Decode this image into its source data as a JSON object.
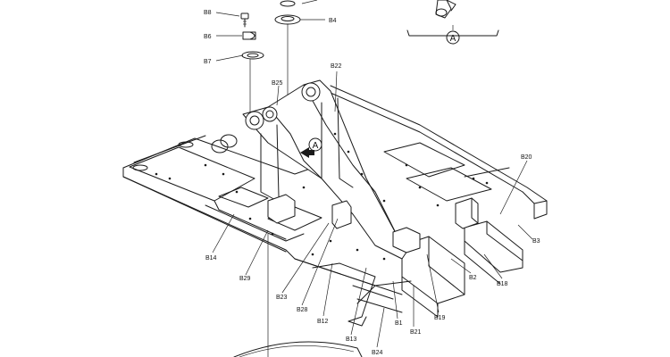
{
  "diagram": {
    "detail_marker": "A",
    "callouts": {
      "b8": "B8",
      "b6": "B6",
      "b7": "B7",
      "b4": "B4",
      "b22": "B22",
      "b25": "B25",
      "b20": "B20",
      "b3": "B3",
      "b14": "B14",
      "b29": "B29",
      "b23": "B23",
      "b28": "B28",
      "b12": "B12",
      "b13": "B13",
      "b24": "B24",
      "b1": "B1",
      "b21": "B21",
      "b19": "B19",
      "b2": "B2",
      "b18": "B18"
    }
  }
}
